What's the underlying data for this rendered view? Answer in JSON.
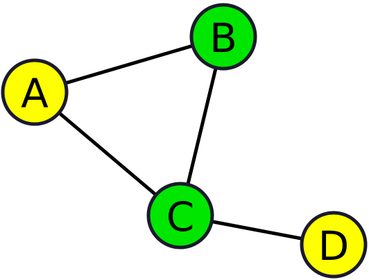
{
  "colors": {
    "yellow_node": "#ffff00",
    "green_node": "#00e600",
    "node_outline": "#1a1a2e",
    "edge": "#000000"
  },
  "nodes": [
    {
      "id": "A",
      "label": "A",
      "color": "yellow"
    },
    {
      "id": "B",
      "label": "B",
      "color": "green"
    },
    {
      "id": "C",
      "label": "C",
      "color": "green"
    },
    {
      "id": "D",
      "label": "D",
      "color": "yellow"
    }
  ],
  "edges": [
    {
      "from": "A",
      "to": "B"
    },
    {
      "from": "A",
      "to": "C"
    },
    {
      "from": "B",
      "to": "C"
    },
    {
      "from": "C",
      "to": "D"
    }
  ]
}
